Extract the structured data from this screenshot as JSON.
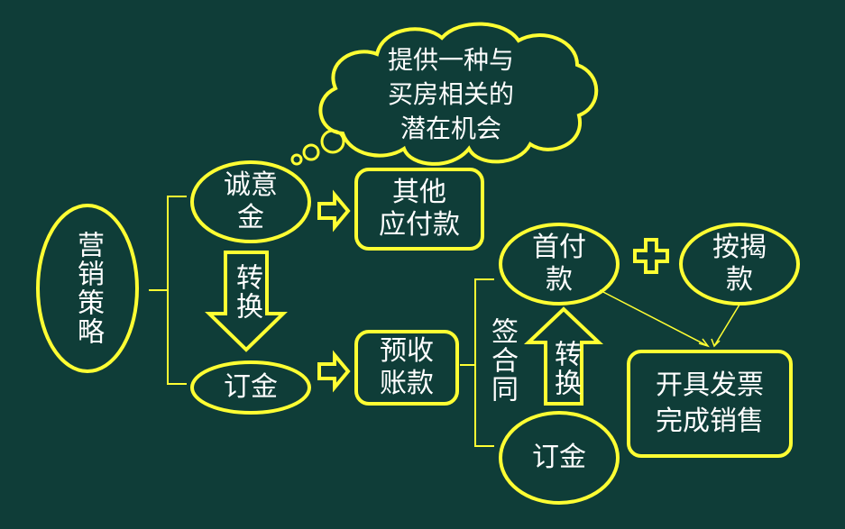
{
  "colors": {
    "background": "#0f3d38",
    "stroke": "#ffff33",
    "text": "#ffffff"
  },
  "nodes": {
    "strategy": "营销策略",
    "cloud": "提供一种与\n买房相关的\n潜在机会",
    "earnest": "诚意\n金",
    "other_payables": "其他\n应付款",
    "convert_left": "转换",
    "deposit_left": "订金",
    "advance_receipts": "预收\n账款",
    "contract": "签合同",
    "down_payment": "首付\n款",
    "plus": "+",
    "mortgage": "按揭\n款",
    "convert_right": "转换",
    "deposit_right": "订金",
    "invoice": "开具发票\n完成销售"
  }
}
